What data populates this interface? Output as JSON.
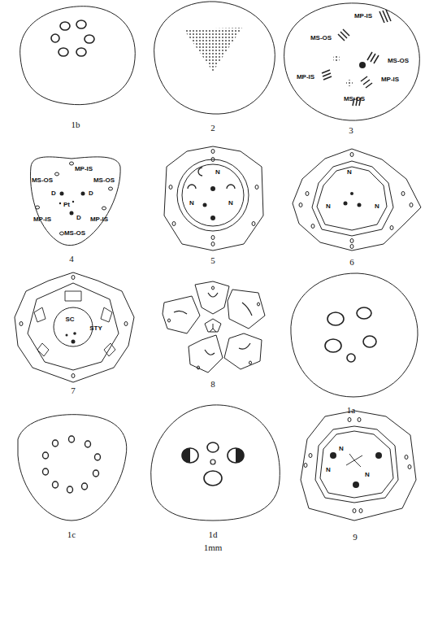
{
  "diagram": {
    "labels": [
      "1b",
      "2",
      "3",
      "MP-IS",
      "MS-OS",
      "MS-OS",
      "MP-IS",
      "MP-IS",
      "MS-OS",
      "MS-OS",
      "MP-IS",
      "MS-OS",
      "D",
      "D",
      "Pt",
      "D",
      "MP-IS",
      "MP-IS",
      "MS-OS",
      "4",
      "N",
      "N",
      "N",
      "5",
      "N",
      "N",
      "N",
      "6",
      "SC",
      "STY",
      "7",
      "8",
      "1a",
      "1c",
      "1d",
      "1mm",
      "N",
      "N",
      "N",
      "9"
    ]
  }
}
